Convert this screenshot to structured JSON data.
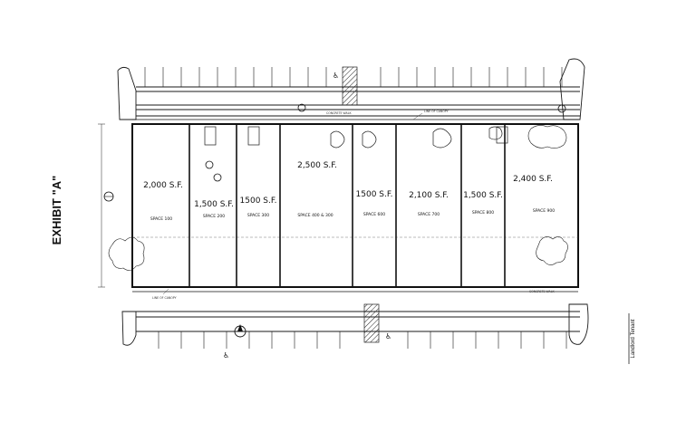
{
  "exhibit_title": "EXHIBIT \"A\"",
  "location_note": "Landlord Tenant",
  "spaces": [
    {
      "sf": "2,000 S.F.",
      "name": "SPACE 100"
    },
    {
      "sf": "1,500 S.F.",
      "name": "SPACE 200"
    },
    {
      "sf": "1500 S.F.",
      "name": "SPACE 300"
    },
    {
      "sf": "2,500 S.F.",
      "name": "SPACE 400 & 300"
    },
    {
      "sf": "1500 S.F.",
      "name": "SPACE 600"
    },
    {
      "sf": "2,100 S.F.",
      "name": "SPACE 700"
    },
    {
      "sf": "1,500 S.F.",
      "name": "SPACE 800"
    },
    {
      "sf": "2,400 S.F.",
      "name": "SPACE 900"
    }
  ],
  "callouts": {
    "line_of_canopy_top": "LINE OF CANOPY",
    "line_of_canopy_bottom": "LINE OF CANOPY",
    "concrete_walk": "CONCRETE WALK",
    "concrete_walk_top": "CONCRETE WALK"
  }
}
